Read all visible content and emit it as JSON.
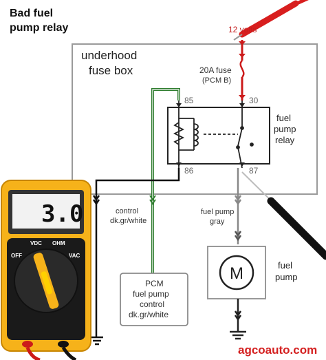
{
  "title": {
    "line1": "Bad fuel",
    "line2": "pump relay"
  },
  "probe_label": "12 volts",
  "fuse_box": {
    "line1": "underhood",
    "line2": "fuse box"
  },
  "fuse": {
    "line1": "20A fuse",
    "line2": "(PCM B)"
  },
  "pins": {
    "p85": "85",
    "p30": "30",
    "p86": "86",
    "p87": "87"
  },
  "relay_label": {
    "line1": "fuel",
    "line2": "pump",
    "line3": "relay"
  },
  "control_wire": {
    "line1": "control",
    "line2": "dk.gr/white"
  },
  "pump_wire": {
    "line1": "fuel pump",
    "line2": "gray"
  },
  "pcm_box": {
    "line1": "PCM",
    "line2": "fuel pump",
    "line3": "control",
    "line4": "dk.gr/white"
  },
  "motor": {
    "letter": "M",
    "line1": "fuel",
    "line2": "pump"
  },
  "meter": {
    "reading": "3.0",
    "off": "OFF",
    "vdc": "VDC",
    "ohm": "OHM",
    "vac": "VAC"
  },
  "brand": "agcoauto.com",
  "colors": {
    "wire_red": "#cc1a1a",
    "wire_green": "#2f7d2f",
    "meter_body": "#f6b21a",
    "lcd_bg": "#f2f2f2"
  }
}
